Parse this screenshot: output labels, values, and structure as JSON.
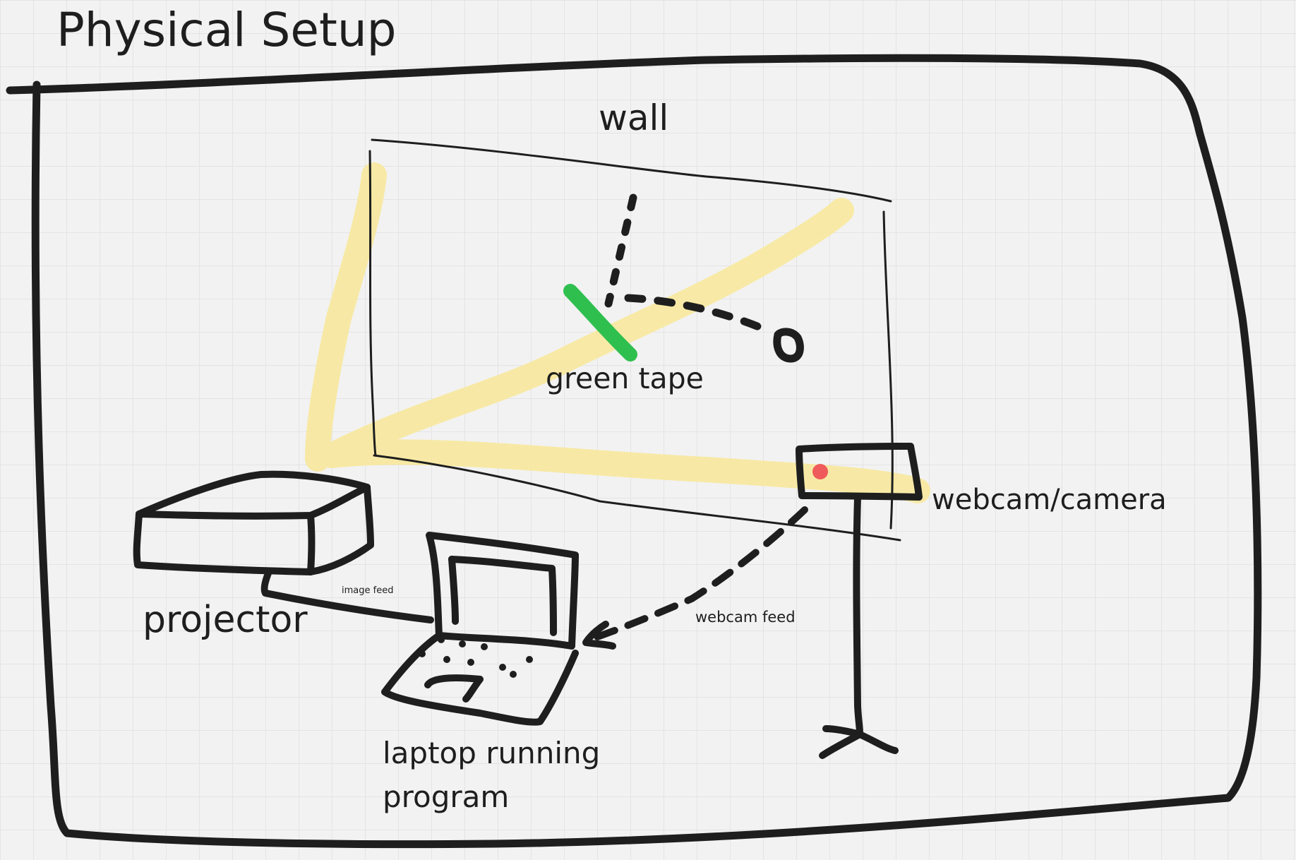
{
  "diagram": {
    "title": "Physical Setup",
    "labels": {
      "wall": "wall",
      "green_tape": "green tape",
      "webcam_camera": "webcam/camera",
      "projector": "projector",
      "image_feed": "image feed",
      "webcam_feed": "webcam feed",
      "laptop": "laptop running program"
    },
    "colors": {
      "ink": "#1e1e1e",
      "highlight": "#f8e9a1",
      "tape": "#2fbf4f",
      "camera_dot": "#ef5a5a",
      "background": "#f2f2f2",
      "grid": "#e4e4e4"
    }
  }
}
